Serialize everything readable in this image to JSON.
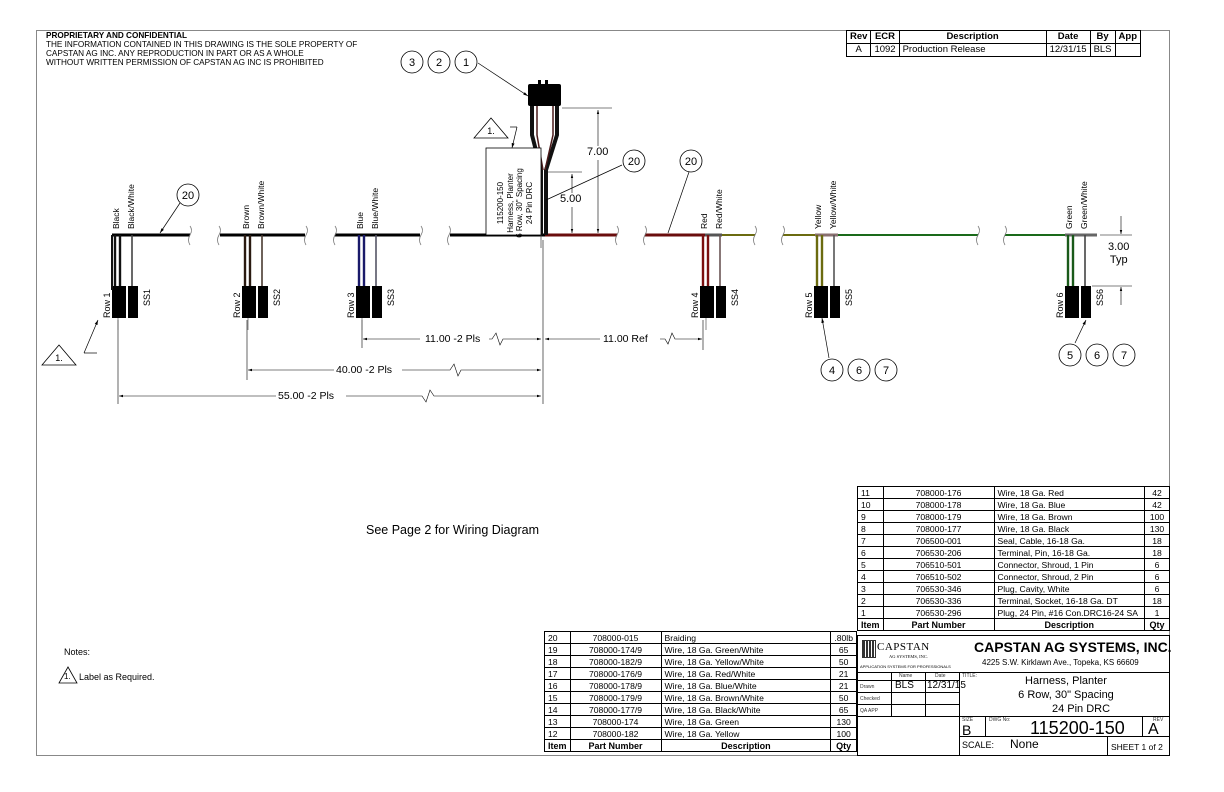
{
  "proprietary": {
    "heading": "PROPRIETARY AND CONFIDENTIAL",
    "lines": [
      "THE INFORMATION CONTAINED IN THIS DRAWING IS THE SOLE PROPERTY OF",
      "CAPSTAN AG INC. ANY REPRODUCTION IN PART OR AS A WHOLE",
      "WITHOUT WRITTEN PERMISSION OF CAPSTAN AG INC IS PROHIBITED"
    ]
  },
  "revision_table": {
    "headers": [
      "Rev",
      "ECR",
      "Description",
      "Date",
      "By",
      "App"
    ],
    "rows": [
      [
        "A",
        "1092",
        "Production Release",
        "12/31/15",
        "BLS",
        ""
      ]
    ]
  },
  "drawing": {
    "connector_balloons": [
      "3",
      "2",
      "1"
    ],
    "note_flag": "1.",
    "harness_label": [
      "115200-150",
      "Harness, Planter",
      "6 Row, 30\" Spacing",
      "24 Pin DRC"
    ],
    "dim_7": "7.00",
    "dim_5": "5.00",
    "braid_balloon": "20",
    "typ_dim": [
      "3.00",
      "Typ"
    ],
    "rows": [
      {
        "wire_a": "Black",
        "wire_b": "Black/White",
        "row": "Row 1",
        "ss": "SS1",
        "color_a": "#111111",
        "color_b": "#444444"
      },
      {
        "wire_a": "Brown",
        "wire_b": "Brown/White",
        "row": "Row 2",
        "ss": "SS2",
        "color_a": "#2a1a10",
        "color_b": "#4a3a30"
      },
      {
        "wire_a": "Blue",
        "wire_b": "Blue/White",
        "row": "Row 3",
        "ss": "SS3",
        "color_a": "#1a1a6a",
        "color_b": "#555566"
      },
      {
        "wire_a": "Red",
        "wire_b": "Red/White",
        "row": "Row 4",
        "ss": "SS4",
        "color_a": "#7a1010",
        "color_b": "#6a5555"
      },
      {
        "wire_a": "Yellow",
        "wire_b": "Yellow/White",
        "row": "Row 5",
        "ss": "SS5",
        "color_a": "#6b6b10",
        "color_b": "#555555"
      },
      {
        "wire_a": "Green",
        "wire_b": "Green/White",
        "row": "Row 6",
        "ss": "SS6",
        "color_a": "#1a5a1a",
        "color_b": "#444444"
      }
    ],
    "item_balloons_row5": [
      "4",
      "6",
      "7"
    ],
    "item_balloons_row6": [
      "5",
      "6",
      "7"
    ],
    "dimensions": {
      "d11_pls": "11.00 -2 Pls",
      "d11_ref": "11.00 Ref",
      "d40": "40.00 -2 Pls",
      "d55": "55.00 -2 Pls"
    },
    "see_page": "See Page 2 for Wiring Diagram"
  },
  "notes": {
    "title": "Notes:",
    "items": [
      {
        "flag": "1.",
        "text": "Label as Required."
      }
    ]
  },
  "bom_upper": {
    "rows": [
      [
        "11",
        "708000-176",
        "Wire, 18 Ga. Red",
        "42"
      ],
      [
        "10",
        "708000-178",
        "Wire, 18 Ga. Blue",
        "42"
      ],
      [
        "9",
        "708000-179",
        "Wire, 18 Ga. Brown",
        "100"
      ],
      [
        "8",
        "708000-177",
        "Wire, 18 Ga. Black",
        "130"
      ],
      [
        "7",
        "706500-001",
        "Seal, Cable, 16-18 Ga.",
        "18"
      ],
      [
        "6",
        "706530-206",
        "Terminal, Pin, 16-18 Ga.",
        "18"
      ],
      [
        "5",
        "706510-501",
        "Connector, Shroud, 1 Pin",
        "6"
      ],
      [
        "4",
        "706510-502",
        "Connector, Shroud, 2 Pin",
        "6"
      ],
      [
        "3",
        "706530-346",
        "Plug, Cavity, White",
        "6"
      ],
      [
        "2",
        "706530-336",
        "Terminal, Socket, 16-18 Ga. DT",
        "18"
      ],
      [
        "1",
        "706530-296",
        "Plug, 24 Pin, #16 Con.DRC16-24 SA",
        "1"
      ]
    ],
    "headers": [
      "Item",
      "Part Number",
      "Description",
      "Qty"
    ]
  },
  "bom_lower": {
    "rows": [
      [
        "20",
        "708000-015",
        "Braiding",
        ".80lb"
      ],
      [
        "19",
        "708000-174/9",
        "Wire, 18 Ga. Green/White",
        "65"
      ],
      [
        "18",
        "708000-182/9",
        "Wire, 18 Ga. Yellow/White",
        "50"
      ],
      [
        "17",
        "708000-176/9",
        "Wire, 18 Ga. Red/White",
        "21"
      ],
      [
        "16",
        "708000-178/9",
        "Wire, 18 Ga. Blue/White",
        "21"
      ],
      [
        "15",
        "708000-179/9",
        "Wire, 18 Ga. Brown/White",
        "50"
      ],
      [
        "14",
        "708000-177/9",
        "Wire, 18 Ga. Black/White",
        "65"
      ],
      [
        "13",
        "708000-174",
        "Wire, 18 Ga. Green",
        "130"
      ],
      [
        "12",
        "708000-182",
        "Wire, 18 Ga. Yellow",
        "100"
      ]
    ],
    "headers": [
      "Item",
      "Part Number",
      "Description",
      "Qty"
    ]
  },
  "title_block": {
    "logo_name": "CAPSTAN",
    "logo_sub": "AG SYSTEMS, INC.",
    "logo_tagline": "APPLICATION SYSTEMS FOR PROFESSIONALS",
    "company": "CAPSTAN AG SYSTEMS, INC.",
    "address": "4225 S.W. Kirklawn Ave., Topeka, KS 66609",
    "col_name": "Name",
    "col_date": "Date",
    "drawn_label": "Drawn",
    "drawn_name": "BLS",
    "drawn_date": "12/31/15",
    "checked_label": "Checked",
    "qa_label": "QA APP",
    "title_label": "TITLE:",
    "title_lines": [
      "Harness, Planter",
      "6 Row, 30\" Spacing",
      "24 Pin DRC"
    ],
    "size_label": "SIZE",
    "size": "B",
    "dwg_label": "DWG No:",
    "dwg_no": "115200-150",
    "rev_label": "REV",
    "rev": "A",
    "scale_label": "SCALE:",
    "scale": "None",
    "sheet": "SHEET 1 of 2"
  }
}
